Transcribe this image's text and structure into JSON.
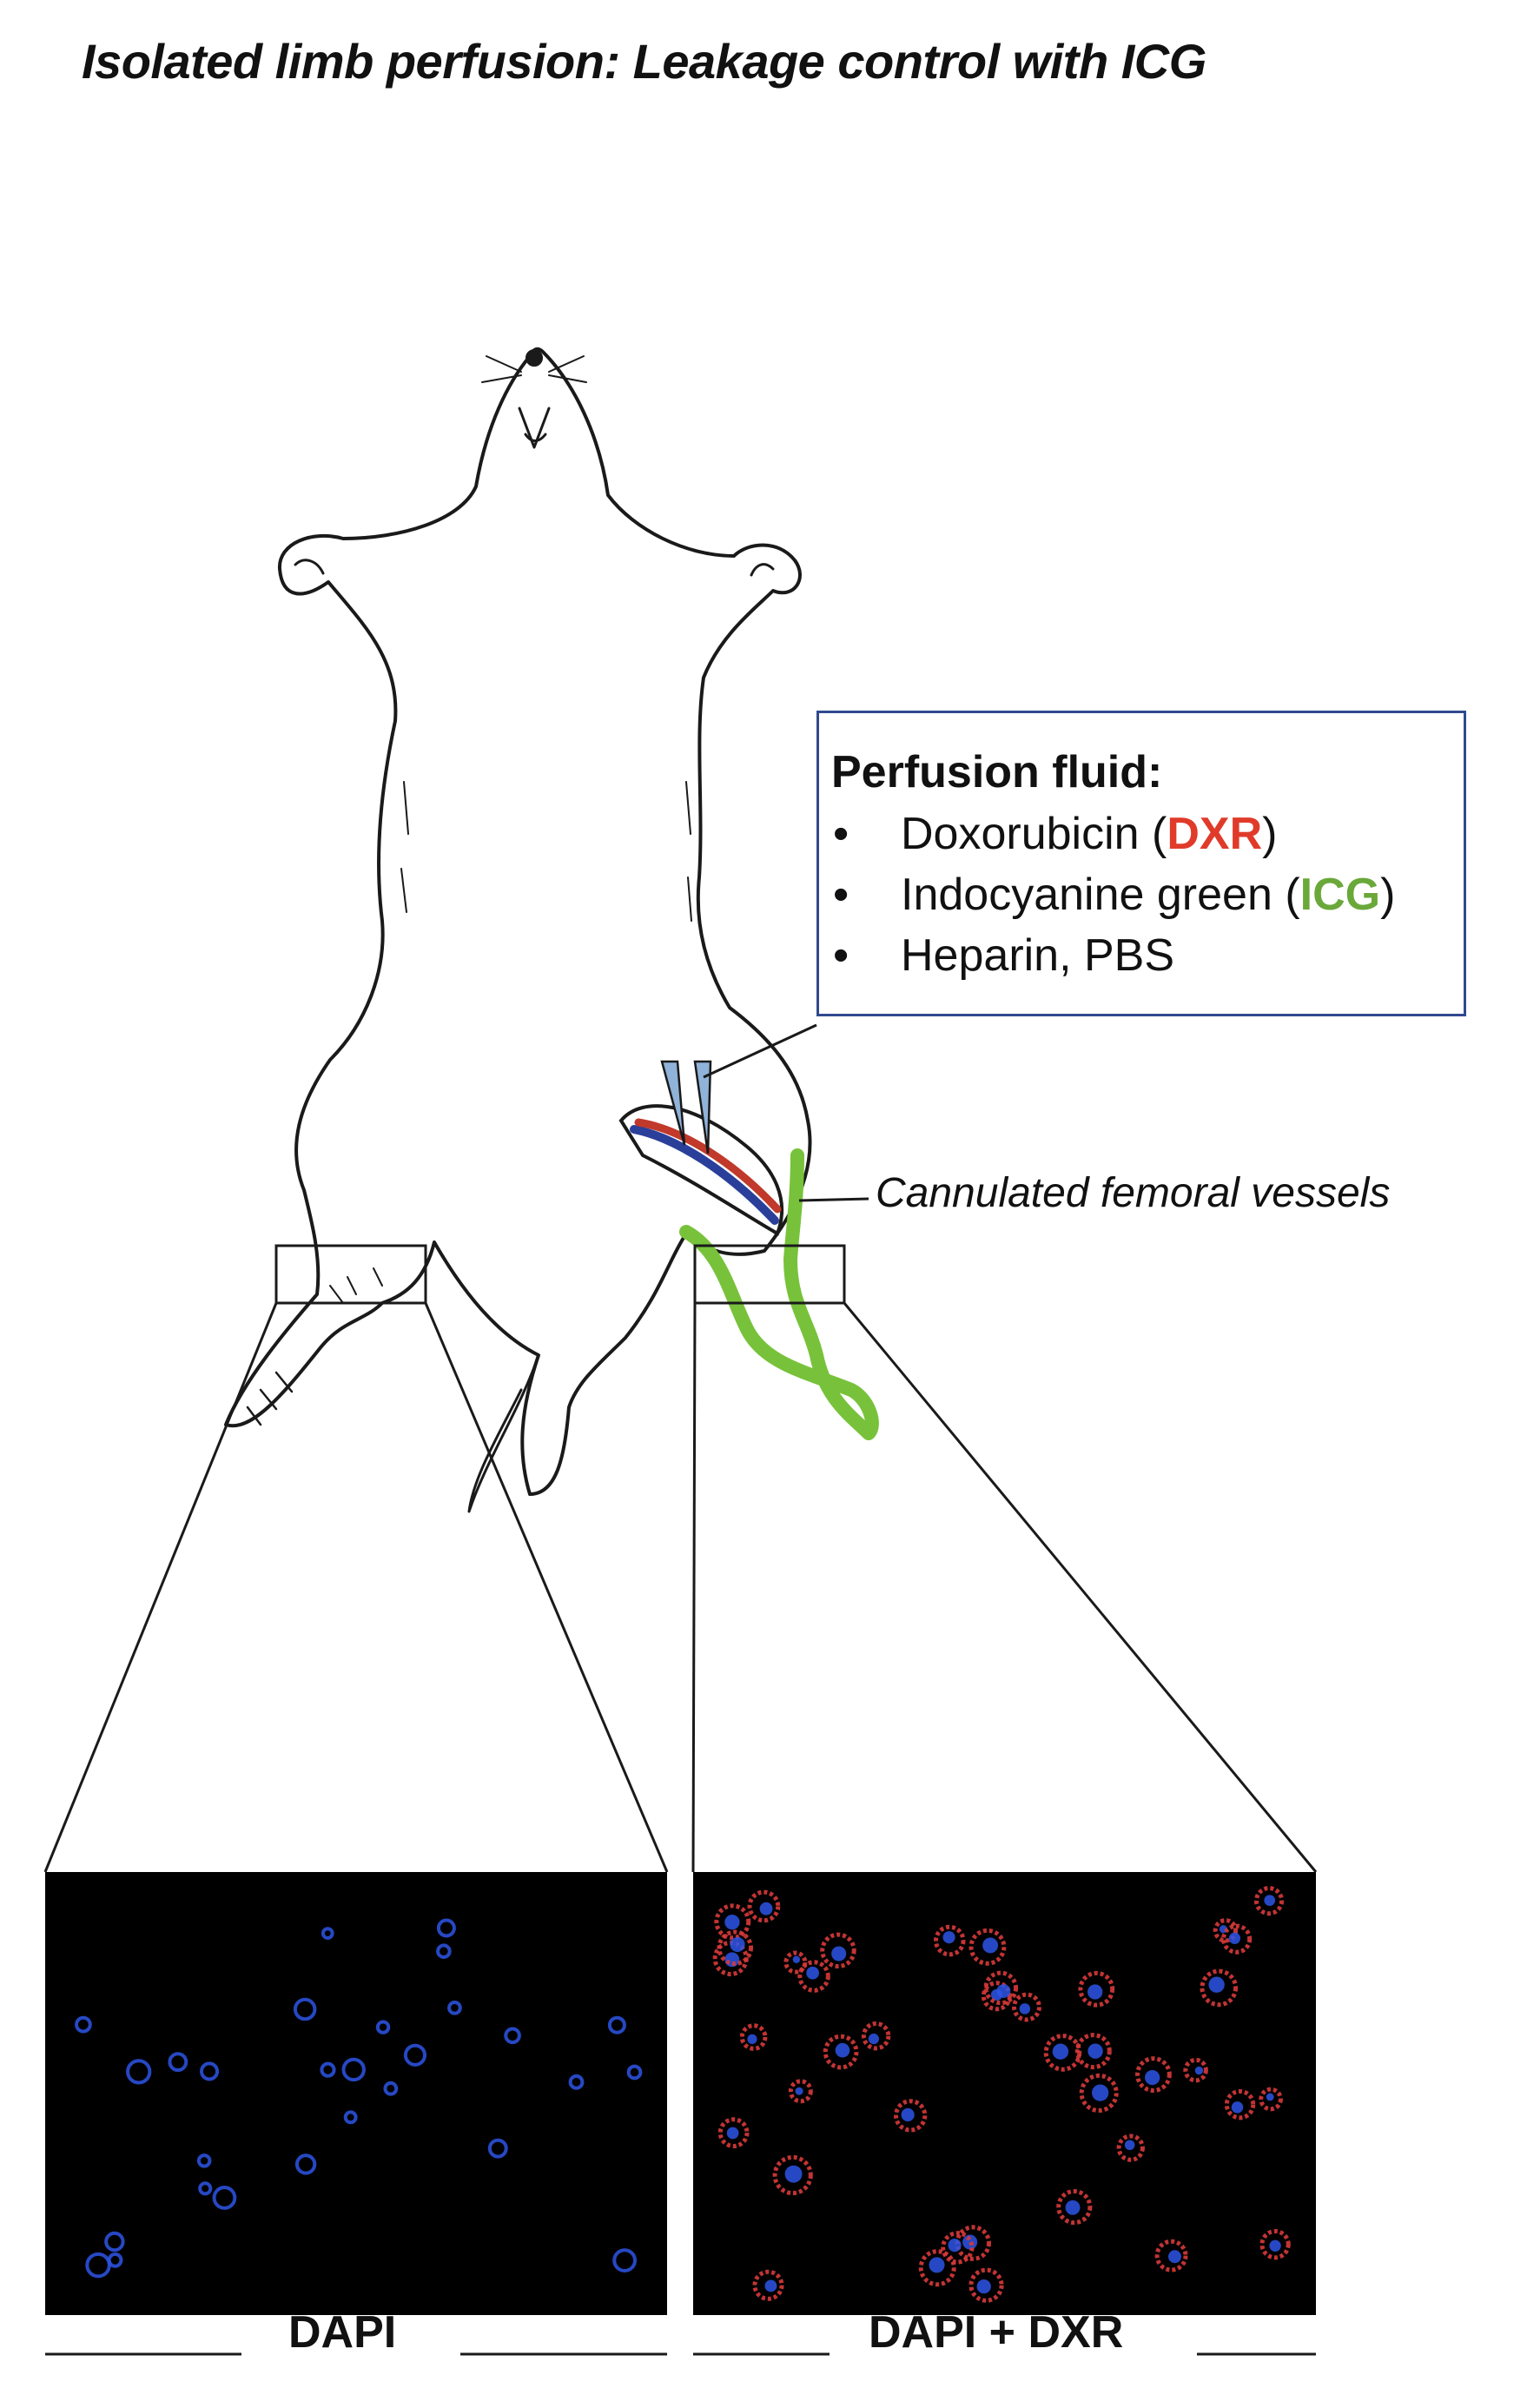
{
  "title": "Isolated limb perfusion: Leakage control with ICG",
  "legend": {
    "heading": "Perfusion fluid:",
    "items": [
      {
        "pre": "Doxorubicin (",
        "hl": "DXR",
        "post": ")",
        "hl_color": "#e03b2a"
      },
      {
        "pre": "Indocyanine green (",
        "hl": "ICG",
        "post": ")",
        "hl_color": "#6aa83a"
      },
      {
        "pre": "Heparin, PBS",
        "hl": "",
        "post": "",
        "hl_color": ""
      }
    ],
    "border_color": "#2f4a8f"
  },
  "vessel_label": "Cannulated femoral vessels",
  "panels": {
    "left_caption": "DAPI",
    "right_caption": "DAPI + DXR"
  },
  "colors": {
    "icg_green": "#77c23a",
    "dapi_blue": "#2d55e6",
    "dxr_red": "#d83a3a",
    "catheter_blue": "#8fb3d9",
    "artery_red": "#c0392b",
    "vein_blue": "#2a3f9a"
  },
  "icons": [
    "rat-outline",
    "catheter-icon",
    "zoom-callout-left",
    "zoom-callout-right"
  ]
}
